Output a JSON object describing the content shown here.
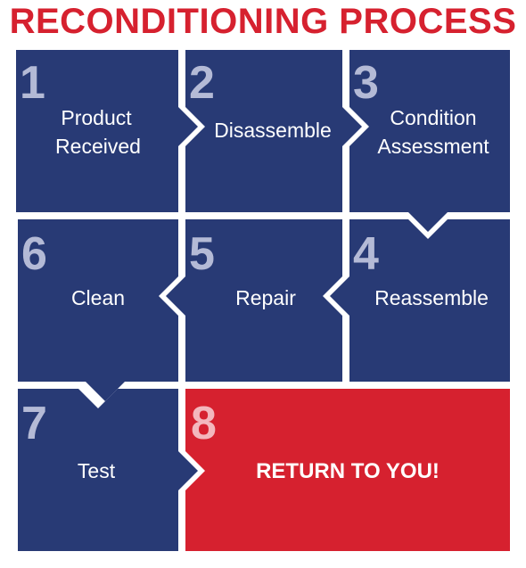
{
  "title": "RECONDITIONING PROCESS",
  "colors": {
    "title": "#d6212f",
    "step_fill": "#283a75",
    "final_fill": "#d6212f",
    "number": "#b4bad6",
    "final_number": "#f3b7bd",
    "label": "#ffffff"
  },
  "steps": [
    {
      "number": "1",
      "lines": [
        "Product",
        "Received"
      ]
    },
    {
      "number": "2",
      "lines": [
        "Disassemble"
      ]
    },
    {
      "number": "3",
      "lines": [
        "Condition",
        "Assessment"
      ]
    },
    {
      "number": "4",
      "lines": [
        "Reassemble"
      ]
    },
    {
      "number": "5",
      "lines": [
        "Repair"
      ]
    },
    {
      "number": "6",
      "lines": [
        "Clean"
      ]
    },
    {
      "number": "7",
      "lines": [
        "Test"
      ]
    },
    {
      "number": "8",
      "lines": [
        "RETURN TO YOU!"
      ]
    }
  ]
}
